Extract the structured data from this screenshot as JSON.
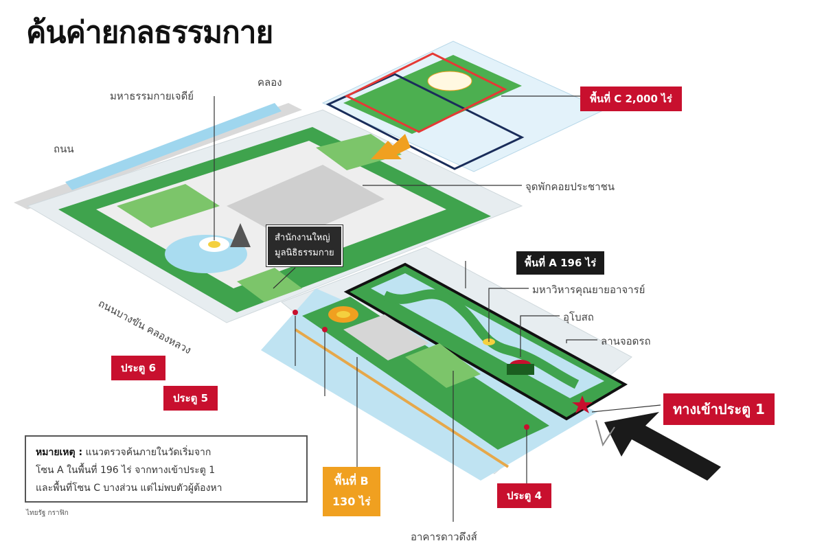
{
  "title": "ค้นค่ายกลธรรมกาย",
  "labels": {
    "chedi": "มหาธรรมกายเจดีย์",
    "canal": "คลอง",
    "road": "ถนน",
    "rest_point": "จุดพักคอยประชาชน",
    "road_side": "ถนนบางขัน คลองหลวง",
    "wihan": "มหาวิหารคุณยายอาจารย์",
    "pond": "อุโบสถ",
    "plaza": "ลานจอดรถ",
    "building": "อาคารดาวดึงส์"
  },
  "headquarters": [
    "สำนักงานใหญ่",
    "มูลนิธิธรรมกาย"
  ],
  "zones": {
    "c": "พื้นที่ C 2,000 ไร่",
    "a": "พื้นที่ A 196 ไร่",
    "b": [
      "พื้นที่ B",
      "130 ไร่"
    ]
  },
  "gates": {
    "gate1": "ทางเข้าประตู 1",
    "gate4": "ประตู 4",
    "gate5": "ประตู 5",
    "gate6": "ประตู 6"
  },
  "note": {
    "heading": "หมายเหตุ :",
    "line1": "แนวตรวจค้นภายในวัดเริ่มจาก",
    "line2": "โซน A ในพื้นที่ 196 ไร่ จากทางเข้าประตู 1",
    "line3": "และพื้นที่โซน C บางส่วน แต่ไม่พบตัวผู้ต้องหา"
  },
  "source": "ไทยรัฐ กราฟิก",
  "colors": {
    "green": "#3fa34d",
    "dark_green": "#2e7d32",
    "light_green": "#7cc56a",
    "water": "#bfe3f2",
    "red": "#c8102e",
    "orange": "#f0a020"
  }
}
